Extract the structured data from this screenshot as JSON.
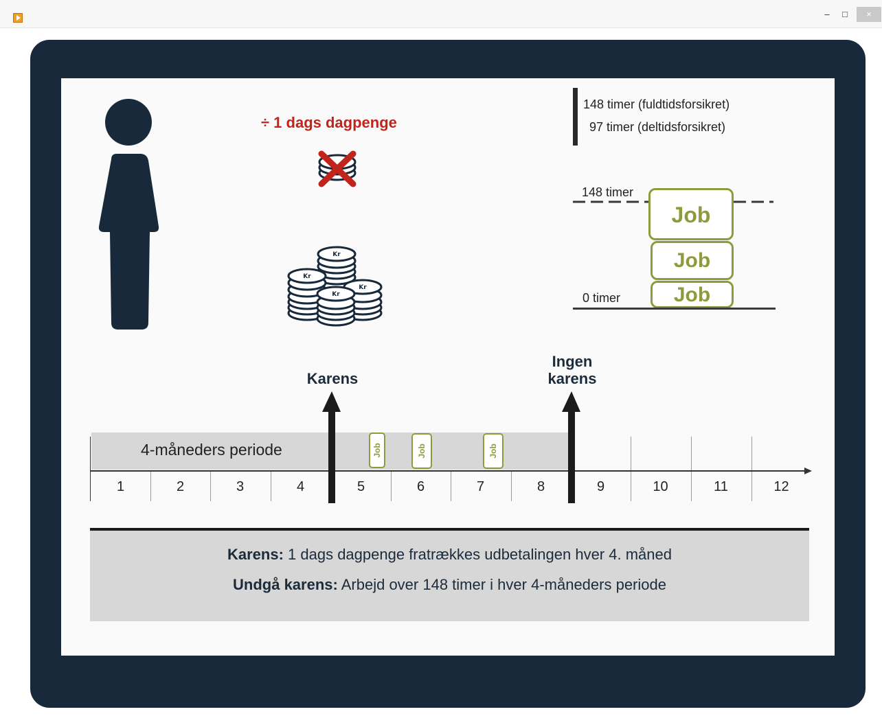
{
  "window": {
    "controls": {
      "minimize": "–",
      "maximize": "□",
      "close": "×"
    }
  },
  "slide": {
    "deduction": "÷ 1 dags dagpenge",
    "hours": {
      "full": "148 timer (fuldtidsforsikret)",
      "part": "97 timer (deltidsforsikret)"
    },
    "chart": {
      "top_label": "148 timer",
      "bottom_label": "0 timer",
      "job_label": "Job",
      "job_count": 3
    },
    "coin_label": "Kr",
    "markers": {
      "karens": "Karens",
      "ingen_line1": "Ingen",
      "ingen_line2": "karens"
    },
    "timeline": {
      "period_label": "4-måneders periode",
      "months": [
        "1",
        "2",
        "3",
        "4",
        "5",
        "6",
        "7",
        "8",
        "9",
        "10",
        "11",
        "12"
      ],
      "job_months": [
        "5",
        "6",
        "7"
      ],
      "job_label": "Job"
    },
    "info": {
      "line1_bold": "Karens:",
      "line1_text": " 1 dags dagpenge fratrækkes udbetalingen hver 4. måned",
      "line2_bold": "Undgå karens:",
      "line2_text": " Arbejd over 148 timer i hver 4-måneders periode"
    },
    "colors": {
      "frame": "#17293a",
      "accent_red": "#c0241b",
      "job_olive": "#8f9a3c"
    }
  }
}
